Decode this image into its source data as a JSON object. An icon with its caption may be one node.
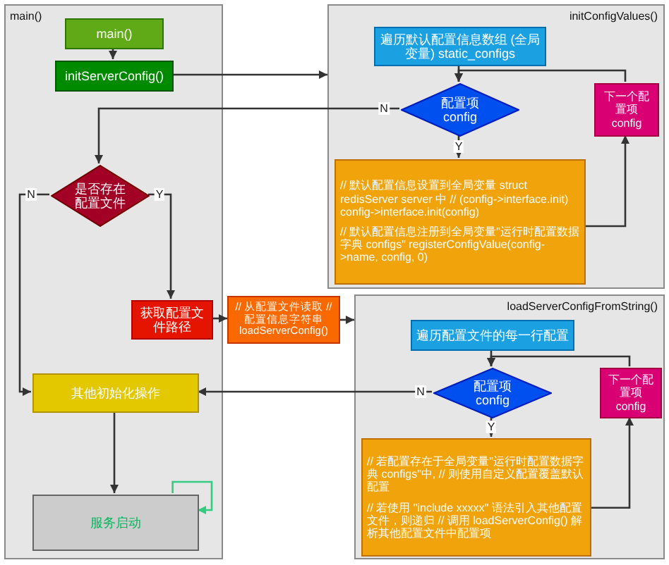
{
  "diagram": {
    "nodes": [
      {
        "text": [
          "main()"
        ]
      },
      {
        "text": [
          "main()"
        ],
        "in": 0
      },
      {
        "text": [
          "initServerConfig()"
        ],
        "in": 0
      },
      {
        "text": [
          "是否存在配置文件"
        ],
        "in": 0
      },
      {
        "text": [
          "获取配置文件路径"
        ],
        "in": 0
      },
      {
        "text": [
          "其他初始化操作"
        ],
        "in": 0
      },
      {
        "text": [
          "服务启动"
        ],
        "in": 0
      },
      {
        "text": [
          "initConfigValues()"
        ]
      },
      {
        "text": [
          "遍历默认配置信息数组 (全局变量) static_configs"
        ],
        "in": 7
      },
      {
        "text": [
          "配置项 config"
        ],
        "in": 7
      },
      {
        "text": [
          "// 默认配置信息设置到全局变量 struct redisServer server 中 // (config->interface.init) config->interface.init(config)",
          "// 默认配置信息注册到全局变量\"运行时配置数据字典 configs\" registerConfigValue(config->name, config, 0)"
        ],
        "in": 7
      },
      {
        "text": [
          "下一个配置项 config"
        ],
        "in": 7
      },
      {
        "text": [
          "// 从配置文件读取 // 配置信息字符串 loadServerConfig()"
        ]
      },
      {
        "text": [
          "loadServerConfigFromString()"
        ]
      },
      {
        "text": [
          "遍历配置文件的每一行配置"
        ],
        "in": 13
      },
      {
        "text": [
          "配置项 config"
        ],
        "in": 13
      },
      {
        "text": [
          "// 若配置存在于全局变量\"运行时配置数据字典 configs\"中, // 则使用自定义配置覆盖默认配置",
          "// 若使用 \"include xxxxx\" 语法引入其他配置文件，则递归 // 调用 loadServerConfig() 解析其他配置文件中配置项"
        ],
        "in": 13
      },
      {
        "text": [
          "下一个配置项 config"
        ],
        "in": 13
      }
    ],
    "edges": [
      {
        "from": 1,
        "to": 2,
        "arrow": "to"
      },
      {
        "from": 2,
        "to": 7,
        "arrow": "to"
      },
      {
        "from": 9,
        "to": 3,
        "arrow": "to",
        "label": "N"
      },
      {
        "from": 3,
        "to": 5,
        "arrow": "to",
        "label": "N"
      },
      {
        "from": 3,
        "to": 4,
        "arrow": "to",
        "label": "Y"
      },
      {
        "from": 4,
        "to": 12,
        "arrow": "to"
      },
      {
        "from": 12,
        "to": 13,
        "arrow": "to"
      },
      {
        "from": 15,
        "to": 5,
        "arrow": "to",
        "label": "N"
      },
      {
        "from": 5,
        "to": 6,
        "arrow": "to"
      },
      {
        "from": 6,
        "to": 6,
        "arrow": "to",
        "color": "#33cc80"
      },
      {
        "from": 8,
        "to": 9,
        "arrow": "to"
      },
      {
        "from": 9,
        "to": 10,
        "arrow": "to",
        "label": "Y"
      },
      {
        "from": 10,
        "to": 11,
        "arrow": "to"
      },
      {
        "from": 11,
        "to": 9,
        "arrow": "to"
      },
      {
        "from": 14,
        "to": 15,
        "arrow": "to"
      },
      {
        "from": 15,
        "to": 16,
        "arrow": "to",
        "label": "Y"
      },
      {
        "from": 16,
        "to": 17,
        "arrow": "to"
      },
      {
        "from": 17,
        "to": 15,
        "arrow": "to"
      }
    ]
  }
}
